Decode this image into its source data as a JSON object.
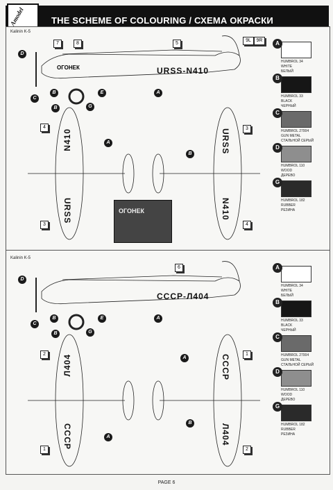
{
  "header": {
    "title": "THE SCHEME OF COLOURING / СХЕМА ОКРАСКИ",
    "logo_text": "Amodel"
  },
  "panel1": {
    "label": "Kalinin K-5",
    "registration_side": "URSS-N410",
    "registration_top": "N410",
    "registration_wing_a": "URSS",
    "registration_wing_b": "URSS",
    "registration_wing_c": "N410",
    "fuselage_badge": "ОГОНЕК",
    "photo_text": "ОГОНЕК",
    "numbers": [
      "7",
      "8",
      "5",
      "9L",
      "9R",
      "4",
      "3",
      "3",
      "4"
    ],
    "callouts": [
      "D",
      "B",
      "A",
      "C",
      "E",
      "B",
      "G",
      "A",
      "B"
    ]
  },
  "panel2": {
    "label": "Kalinin K-5",
    "registration_side": "СССР-Л404",
    "registration_wing_a": "Л404",
    "registration_wing_b": "СССР",
    "registration_wing_c": "СССР",
    "registration_wing_d": "Л404",
    "numbers": [
      "6",
      "2",
      "1",
      "1",
      "2"
    ],
    "callouts": [
      "D",
      "B",
      "A",
      "C",
      "E",
      "B",
      "G",
      "A",
      "A",
      "B"
    ]
  },
  "swatches": [
    {
      "letter": "A",
      "color": "#ffffff",
      "text": "HUMBROL 34\nWHITE\nБЕЛЫЙ"
    },
    {
      "letter": "B",
      "color": "#161616",
      "text": "HUMBROL 33\nBLACK\nЧЕРНЫЙ"
    },
    {
      "letter": "C",
      "color": "#6a6a6a",
      "text": "HUMBROL 27004\nGUN METAL\nСТАЛЬНОЙ СЕРЫЙ"
    },
    {
      "letter": "D",
      "color": "#8e8e8e",
      "text": "HUMBROL 110\nWOOD\nДЕРЕВО"
    },
    {
      "letter": "G",
      "color": "#2a2a2a",
      "text": "HUMBROL 182\nRUBBER\nРЕЗИНА"
    }
  ],
  "footer": {
    "page": "PAGE 6"
  }
}
